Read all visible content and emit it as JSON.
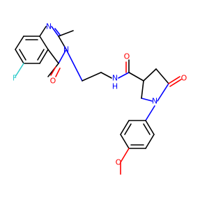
{
  "molecule": {
    "colors": {
      "carbon": "#000000",
      "nitrogen": "#0000ff",
      "oxygen": "#ff0000",
      "fluorine": "#33cccc",
      "background": "#ffffff"
    },
    "atom_labels": {
      "n1": "N",
      "n3": "N",
      "n_amide": "N",
      "h_amide": "H",
      "n_pyrrolidine": "N",
      "o_quinazolinone": "O",
      "o_amide": "O",
      "o_lactam": "O",
      "o_methoxy": "O",
      "f": "F"
    }
  }
}
